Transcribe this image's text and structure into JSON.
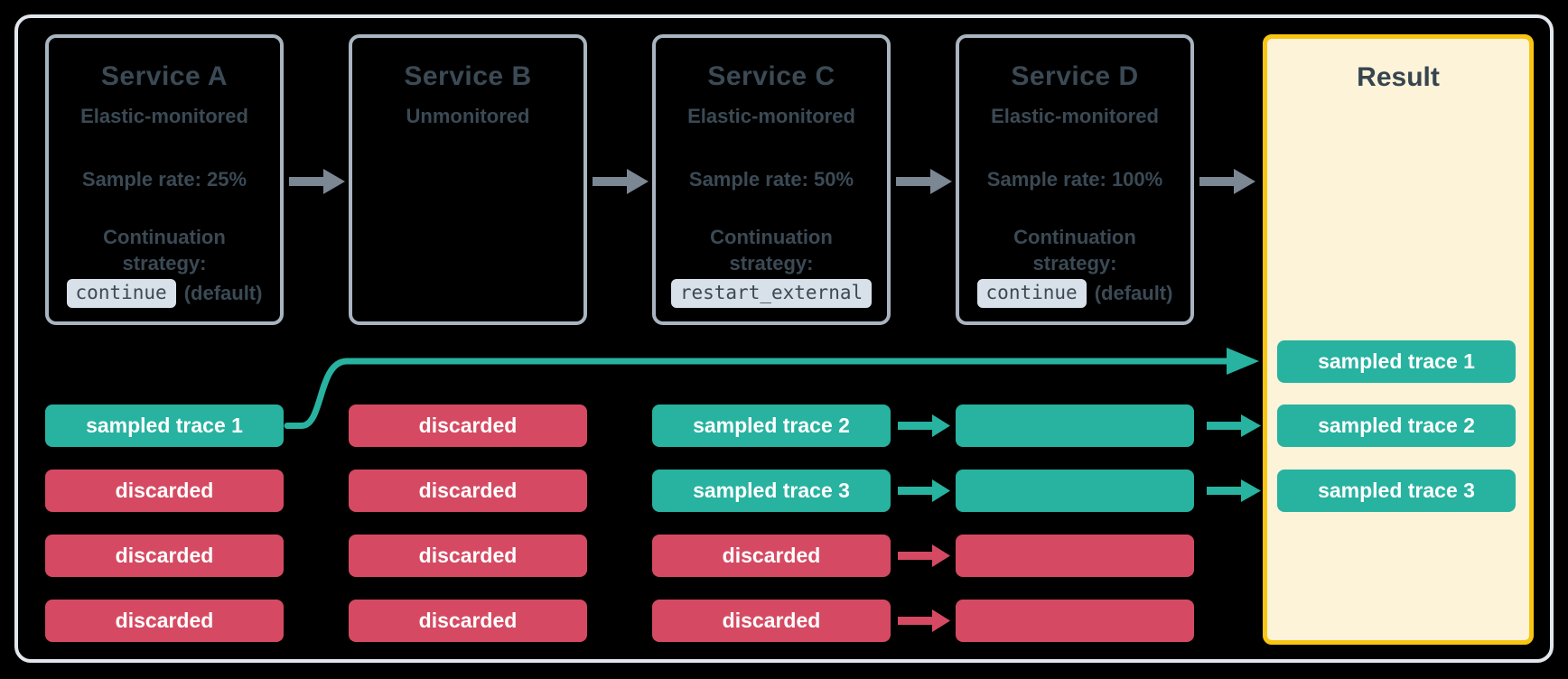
{
  "services": [
    {
      "name": "Service A",
      "monitoring": "Elastic-monitored",
      "sample_rate": "Sample rate: 25%",
      "strategy_label": "Continuation strategy:",
      "strategy_code": "continue",
      "strategy_suffix": "(default)"
    },
    {
      "name": "Service B",
      "monitoring": "Unmonitored"
    },
    {
      "name": "Service C",
      "monitoring": "Elastic-monitored",
      "sample_rate": "Sample rate: 50%",
      "strategy_label": "Continuation strategy:",
      "strategy_code": "restart_external",
      "strategy_suffix": ""
    },
    {
      "name": "Service D",
      "monitoring": "Elastic-monitored",
      "sample_rate": "Sample rate: 100%",
      "strategy_label": "Continuation strategy:",
      "strategy_code": "continue",
      "strategy_suffix": "(default)"
    }
  ],
  "columns": [
    {
      "service": "Service A",
      "chips": [
        {
          "label": "sampled trace 1",
          "status": "sampled"
        },
        {
          "label": "discarded",
          "status": "discarded"
        },
        {
          "label": "discarded",
          "status": "discarded"
        },
        {
          "label": "discarded",
          "status": "discarded"
        }
      ]
    },
    {
      "service": "Service B",
      "chips": [
        {
          "label": "discarded",
          "status": "discarded"
        },
        {
          "label": "discarded",
          "status": "discarded"
        },
        {
          "label": "discarded",
          "status": "discarded"
        },
        {
          "label": "discarded",
          "status": "discarded"
        }
      ]
    },
    {
      "service": "Service C",
      "chips": [
        {
          "label": "sampled trace 2",
          "status": "sampled"
        },
        {
          "label": "sampled trace 3",
          "status": "sampled"
        },
        {
          "label": "discarded",
          "status": "discarded"
        },
        {
          "label": "discarded",
          "status": "discarded"
        }
      ]
    },
    {
      "service": "Service D",
      "bars": [
        {
          "status": "sampled"
        },
        {
          "status": "sampled"
        },
        {
          "status": "discarded"
        },
        {
          "status": "discarded"
        }
      ]
    }
  ],
  "result": {
    "title": "Result",
    "traces": [
      "sampled trace 1",
      "sampled trace 2",
      "sampled trace 3"
    ]
  },
  "colors": {
    "sampled_teal": "#28b2a0",
    "discarded_red": "#d54a62",
    "slate_text": "#3b4a55",
    "service_border": "#a9b4c1",
    "frame_border": "#e1e7ed",
    "flow_arrow_gray": "#7b8793",
    "code_chip_bg": "#d8e0e9",
    "result_bg": "#fdf3d8",
    "result_border": "#f9c513"
  }
}
